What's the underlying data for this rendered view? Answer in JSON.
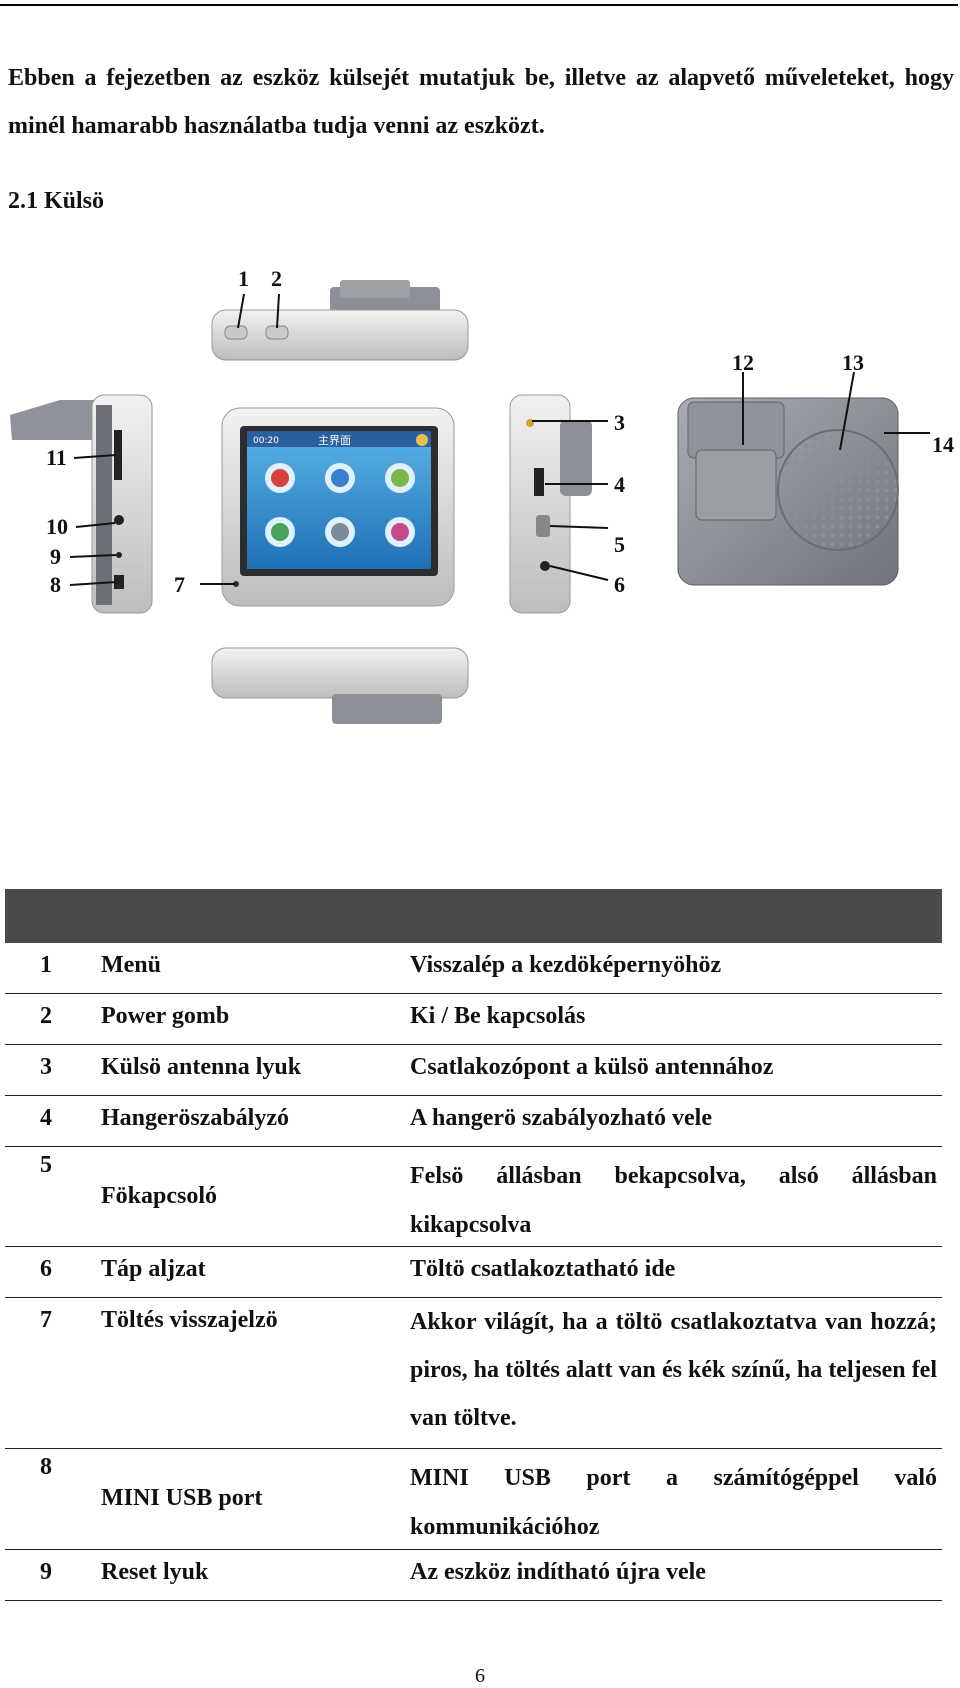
{
  "intro": "Ebben a fejezetben az eszköz külsejét mutatjuk be, illetve az alapvető műveleteket, hogy minél hamarabb használatba tudja venni az eszközt.",
  "section_title": "2.1 Külsö",
  "figure": {
    "callouts": [
      "1",
      "2",
      "3",
      "4",
      "5",
      "6",
      "7",
      "8",
      "9",
      "10",
      "11",
      "12",
      "13",
      "14"
    ],
    "screen": {
      "time": "00:20",
      "title": "主界面"
    }
  },
  "table": {
    "rows": [
      {
        "num": "1",
        "name": "Menü",
        "desc": "Visszalép a kezdöképernyöhöz"
      },
      {
        "num": "2",
        "name": "Power gomb",
        "desc": "Ki / Be kapcsolás"
      },
      {
        "num": "3",
        "name": "Külsö antenna lyuk",
        "desc": "Csatlakozópont a külsö antennához"
      },
      {
        "num": "4",
        "name": "Hangeröszabályzó",
        "desc": "A hangerö szabályozható vele"
      },
      {
        "num": "5",
        "name": "Fökapcsoló",
        "desc": "Felsö állásban bekapcsolva, alsó állásban kikapcsolva"
      },
      {
        "num": "6",
        "name": "Táp aljzat",
        "desc": "Töltö csatlakoztatható ide"
      },
      {
        "num": "7",
        "name": "Töltés visszajelzö",
        "desc": "Akkor világít, ha a töltö csatlakoztatva van hozzá; piros, ha töltés alatt van és kék színű, ha teljesen fel van töltve."
      },
      {
        "num": "8",
        "name": "MINI USB port",
        "desc": "MINI USB port a számítógéppel való kommunikációhoz"
      },
      {
        "num": "9",
        "name": "Reset lyuk",
        "desc": "Az eszköz indítható újra vele"
      }
    ]
  },
  "page_number": "6"
}
